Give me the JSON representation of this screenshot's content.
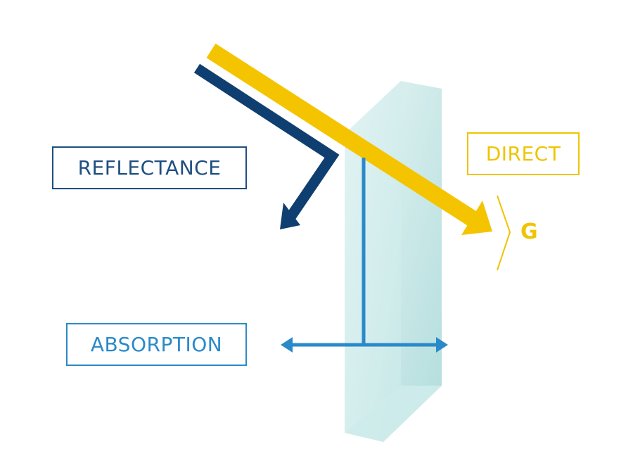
{
  "labels": {
    "reflectance": "REFLECTANCE",
    "absorption": "ABSORPTION",
    "direct": "DIRECT",
    "g_value": "G"
  },
  "colors": {
    "direct_ray": "#f5c400",
    "reflected_ray": "#0f3f70",
    "absorption_arrow": "#2a8ac9",
    "glass_front": "#b7e1e0",
    "glass_side": "#d6eeee",
    "direct_text": "#efc400",
    "reflectance_text": "#1e4f80",
    "absorption_text": "#2a8ac9"
  }
}
